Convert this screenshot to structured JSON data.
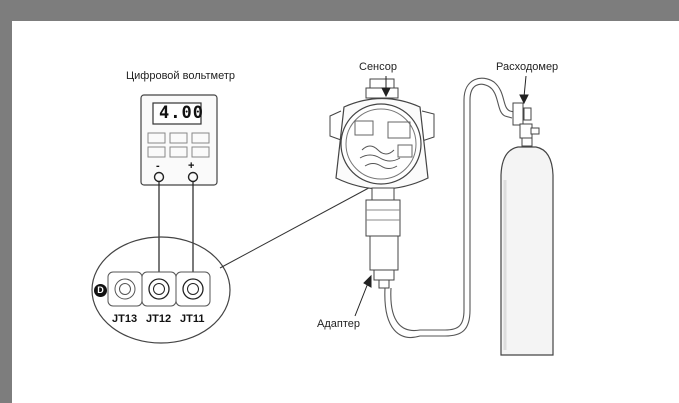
{
  "labels": {
    "voltmeter_title": "Цифровой вольтметр",
    "sensor": "Сенсор",
    "flowmeter": "Расходомер",
    "adapter": "Адаптер"
  },
  "voltmeter": {
    "display_value": "4.00",
    "minus": "-",
    "plus": "+"
  },
  "terminals": {
    "badge": "D",
    "items": [
      "JT13",
      "JT12",
      "JT11"
    ]
  },
  "colors": {
    "frame": "#7d7d7d",
    "line": "#333333",
    "cylinder": "#f4f4f4"
  }
}
